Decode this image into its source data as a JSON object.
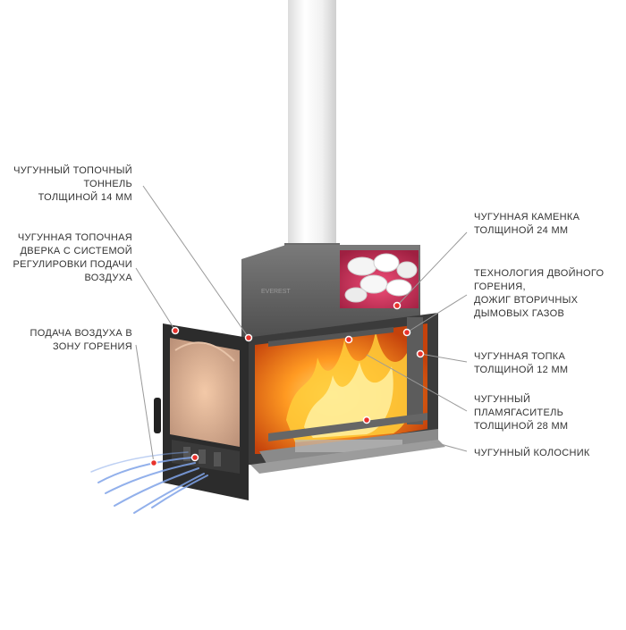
{
  "brand": "EVEREST",
  "colors": {
    "marker": "#e8322c",
    "leader": "#9a9a9a",
    "text": "#333333",
    "flame": "#ff8a1a",
    "air": "#7fa3e8"
  },
  "callouts": {
    "tunnel": {
      "lines": [
        "ЧУГУННЫЙ ТОПОЧНЫЙ",
        "ТОННЕЛЬ",
        "ТОЛЩИНОЙ 14 ММ"
      ]
    },
    "door": {
      "lines": [
        "ЧУГУННАЯ ТОПОЧНАЯ",
        "ДВЕРКА С СИСТЕМОЙ",
        "РЕГУЛИРОВКИ ПОДАЧИ",
        "ВОЗДУХА"
      ]
    },
    "air_supply": {
      "lines": [
        "ПОДАЧА ВОЗДУХА В",
        "ЗОНУ ГОРЕНИЯ"
      ]
    },
    "stone_box": {
      "lines": [
        "ЧУГУННАЯ КАМЕНКА",
        "ТОЛЩИНОЙ 24 ММ"
      ]
    },
    "double_burn": {
      "lines": [
        "ТЕХНОЛОГИЯ ДВОЙНОГО",
        "ГОРЕНИЯ,",
        "ДОЖИГ ВТОРИЧНЫХ",
        "ДЫМОВЫХ ГАЗОВ"
      ]
    },
    "firebox": {
      "lines": [
        "ЧУГУННАЯ ТОПКА",
        "ТОЛЩИНОЙ 12 ММ"
      ]
    },
    "flame_arrester": {
      "lines": [
        "ЧУГУННЫЙ",
        "ПЛАМЯГАСИТЕЛЬ",
        "ТОЛЩИНОЙ 28 ММ"
      ]
    },
    "grate": {
      "lines": [
        "ЧУГУННЫЙ КОЛОСНИК"
      ]
    }
  }
}
